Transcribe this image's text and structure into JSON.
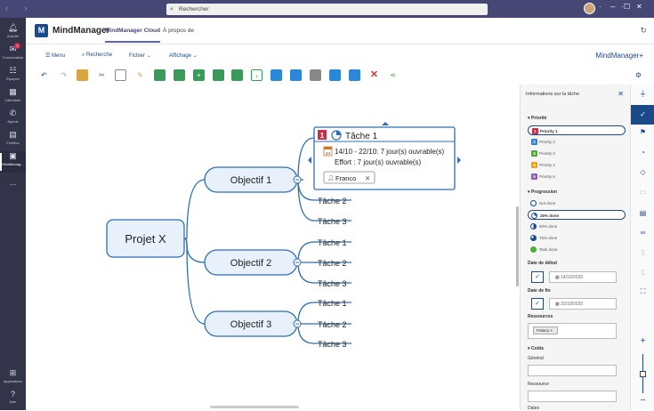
{
  "window": {
    "search_placeholder": "Rechercher"
  },
  "rail": [
    {
      "label": "Activité",
      "icon": "bell-icon"
    },
    {
      "label": "Conversation",
      "icon": "chat-icon",
      "badge": "1"
    },
    {
      "label": "Équipes",
      "icon": "teams-icon"
    },
    {
      "label": "Calendrier",
      "icon": "calendar-icon"
    },
    {
      "label": "Appels",
      "icon": "phone-icon"
    },
    {
      "label": "Fichiers",
      "icon": "file-icon"
    },
    {
      "label": "MindManag...",
      "icon": "mindmanager-icon"
    },
    {
      "label": "...",
      "icon": "more-icon"
    }
  ],
  "rail_bottom": [
    {
      "label": "Applications"
    },
    {
      "label": "Aide"
    }
  ],
  "app": {
    "name": "MindManager",
    "tabs": [
      "MindManager Cloud",
      "À propos de"
    ]
  },
  "menubar": {
    "menu": "Menu",
    "search": "Recherche",
    "file": "Fichier",
    "view": "Affichage",
    "brand": "MindManager+"
  },
  "map": {
    "central": "Projet X",
    "objectives": [
      "Objectif 1",
      "Objectif 2",
      "Objectif 3"
    ],
    "tasks": [
      [
        "Tâche 1",
        "Tâche 2",
        "Tâche 3"
      ],
      [
        "Tâche 1",
        "Tâche 2",
        "Tâche 3"
      ],
      [
        "Tâche 1",
        "Tâche 2",
        "Tâche 3"
      ]
    ],
    "selected_priority": "1",
    "date_badge": "24",
    "info_line1": "14/10 - 22/10: 7 jour(s) ouvrable(s)",
    "info_line2": "Effort : 7 jour(s) ouvrable(s)",
    "resource": "Franco"
  },
  "panel": {
    "title": "Informations sur la tâche",
    "priority_header": "Priorité",
    "priorities": [
      {
        "num": "1",
        "label": "Priority 1",
        "color": "#c4314b",
        "selected": true
      },
      {
        "num": "2",
        "label": "Priority 2",
        "color": "#2b88d8"
      },
      {
        "num": "3",
        "label": "Priority 3",
        "color": "#4cae3a"
      },
      {
        "num": "4",
        "label": "Priority 4",
        "color": "#f0a30a"
      },
      {
        "num": "5",
        "label": "Priority 5",
        "color": "#8e5bb5"
      }
    ],
    "progress_header": "Progression",
    "progress": [
      {
        "label": "Not done"
      },
      {
        "label": "25% done",
        "selected": true
      },
      {
        "label": "50% done"
      },
      {
        "label": "75% done"
      },
      {
        "label": "Task done"
      }
    ],
    "start_label": "Date de début",
    "start_value": "14/10/2020",
    "end_label": "Date de fin",
    "end_value": "22/10/2020",
    "resources_label": "Ressources",
    "resource_chip": "Franco",
    "costs_header": "Coûts",
    "general_label": "Général",
    "resource_label": "Ressource",
    "dates_label": "Dates"
  }
}
